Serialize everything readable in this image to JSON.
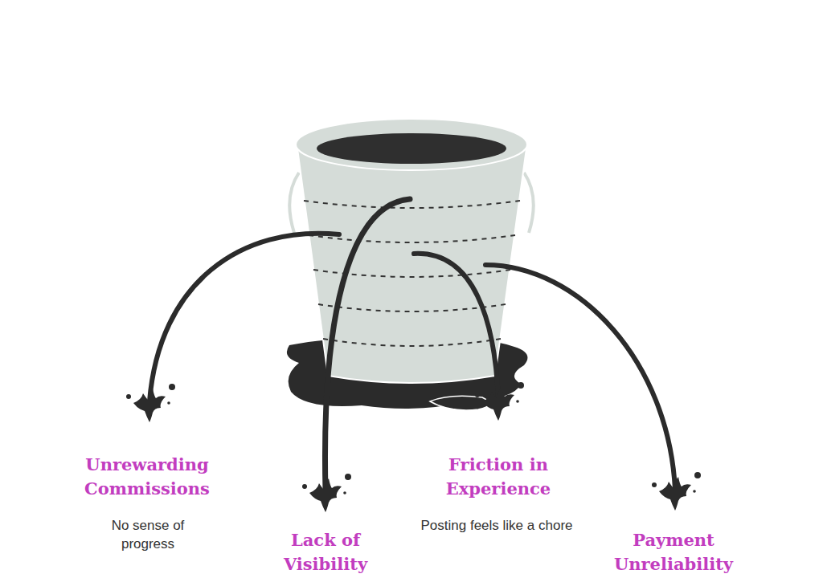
{
  "diagram": {
    "labels": [
      "Unrewarding Commissions",
      "No sense of progress",
      "Lack of Visibility",
      "Friction in Experience",
      "Posting feels like a chore",
      "Payment Unreliability"
    ]
  }
}
